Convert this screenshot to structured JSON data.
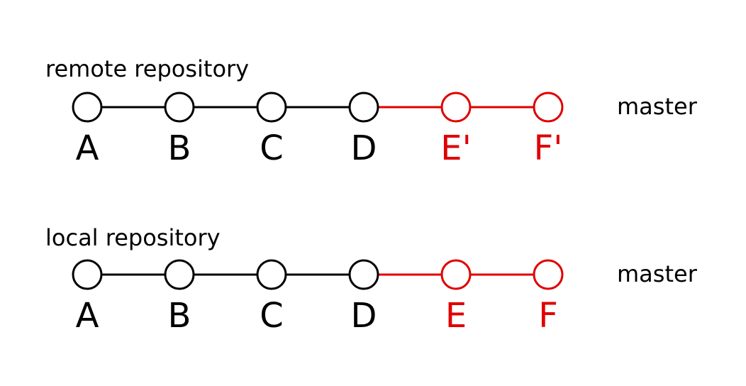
{
  "colors": {
    "existing": "#000000",
    "new": "#e00000"
  },
  "repositories": [
    {
      "title": "remote repository",
      "branch": "master",
      "commits": [
        {
          "label": "A",
          "status": "existing"
        },
        {
          "label": "B",
          "status": "existing"
        },
        {
          "label": "C",
          "status": "existing"
        },
        {
          "label": "D",
          "status": "existing"
        },
        {
          "label": "E'",
          "status": "new"
        },
        {
          "label": "F'",
          "status": "new"
        }
      ]
    },
    {
      "title": "local repository",
      "branch": "master",
      "commits": [
        {
          "label": "A",
          "status": "existing"
        },
        {
          "label": "B",
          "status": "existing"
        },
        {
          "label": "C",
          "status": "existing"
        },
        {
          "label": "D",
          "status": "existing"
        },
        {
          "label": "E",
          "status": "new"
        },
        {
          "label": "F",
          "status": "new"
        }
      ]
    }
  ]
}
